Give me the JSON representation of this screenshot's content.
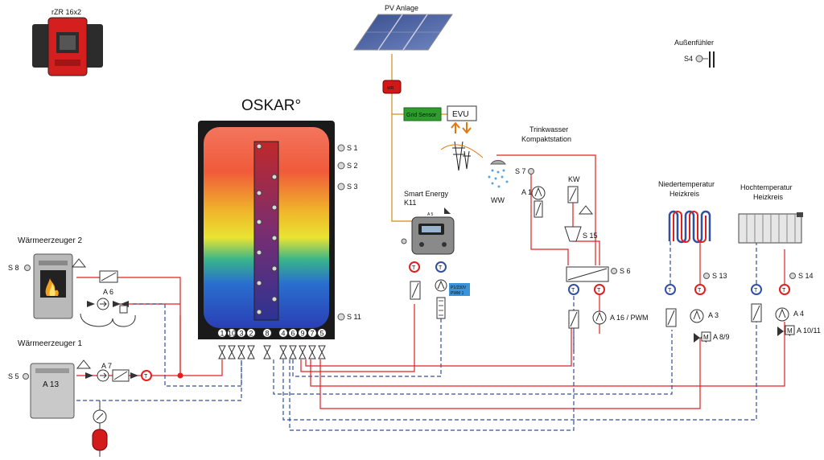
{
  "title": "OSKAR°",
  "devices": {
    "stove_top": "rZR 16x2",
    "pv": "PV Anlage",
    "inverter": "WR",
    "grid_sensor": "Grid Sensor",
    "evu": "EVU",
    "smart_energy": "Smart Energy\nK11",
    "smart_energy_line1": "Smart Energy",
    "smart_energy_line2": "K11",
    "a5": "A 5",
    "pwm_box_line1": "P1/230V",
    "pwm_box_line2": "PWM 1",
    "outdoor_sensor": "Außenfühler",
    "s4": "S4",
    "drinking_water_line1": "Trinkwasser",
    "drinking_water_line2": "Kompaktstation",
    "ww": "WW",
    "kw": "KW",
    "low_temp_line1": "Niedertemperatur",
    "low_temp_line2": "Heizkreis",
    "high_temp_line1": "Hochtemperatur",
    "high_temp_line2": "Heizkreis",
    "heater2": "Wärmeerzeuger 2",
    "heater1": "Wärmeerzeuger 1",
    "a13": "A 13"
  },
  "tank_sensors": [
    "S 1",
    "S 2",
    "S 3",
    "S 11"
  ],
  "ports": [
    "1",
    "10",
    "3",
    "2",
    "8",
    "4",
    "6",
    "9",
    "7",
    "5"
  ],
  "labels": {
    "s8": "S 8",
    "a6": "A 6",
    "s5": "S 5",
    "a7": "A 7",
    "s7": "S 7",
    "a1": "A 1",
    "s15": "S 15",
    "s6": "S 6",
    "a16": "A 16 / PWM",
    "s13": "S 13",
    "a3": "A 3",
    "a89": "A 8/9",
    "s14": "S 14",
    "a4": "A 4",
    "a1011": "A 10/11",
    "t": "T",
    "m": "M"
  },
  "colors": {
    "hot": "#e02020",
    "cold": "#3050a0",
    "grid_sensor": "#2e9d2e",
    "inverter": "#d01818"
  }
}
